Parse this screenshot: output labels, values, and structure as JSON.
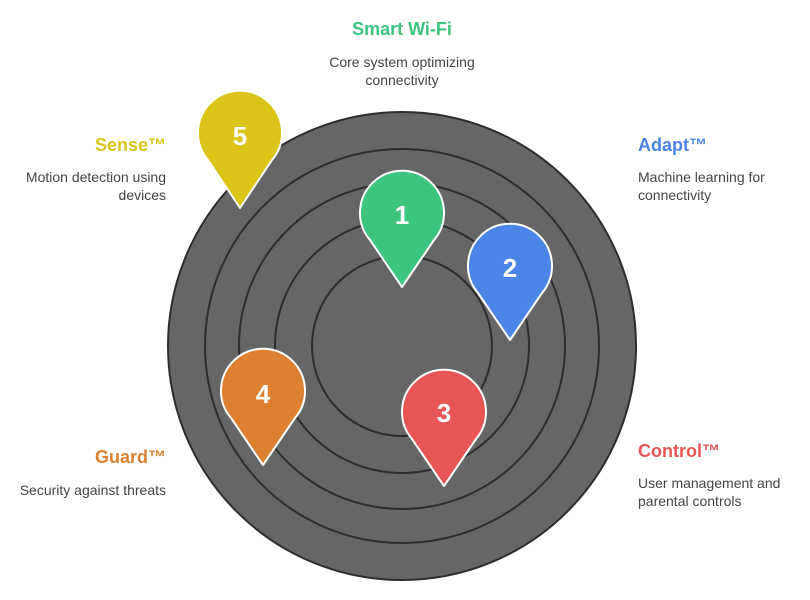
{
  "diagram": {
    "center_title": "Smart Wi-Fi",
    "center_description": "Core system optimizing connectivity",
    "colors": {
      "rings_fill": "#666666",
      "rings_stroke": "#2d2d2d",
      "ring_label": "#ffffff"
    },
    "features": [
      {
        "number": "1",
        "title": "Smart Wi-Fi",
        "color": "#3dc47e"
      },
      {
        "number": "2",
        "title": "Adapt™",
        "description": "Machine learning for connectivity",
        "color": "#4b85e8"
      },
      {
        "number": "3",
        "title": "Control™",
        "description": "User management and parental controls",
        "color": "#e75555"
      },
      {
        "number": "4",
        "title": "Guard™",
        "description": "Security against threats",
        "color": "#dd8030"
      },
      {
        "number": "5",
        "title": "Sense™",
        "description": "Motion detection using devices",
        "color": "#dcc419"
      }
    ]
  }
}
